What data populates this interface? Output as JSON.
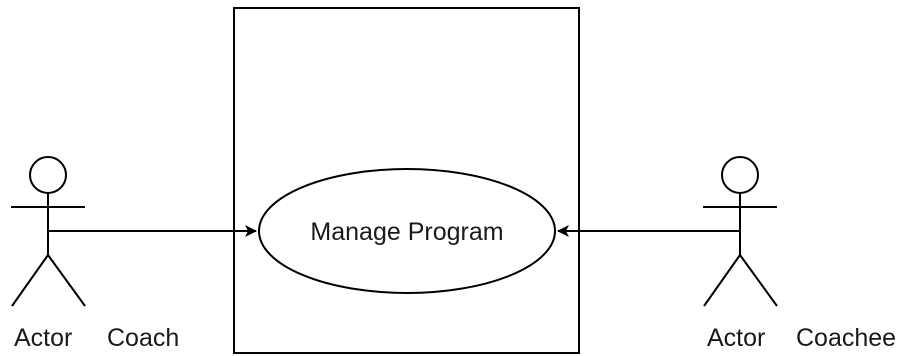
{
  "diagram": {
    "type": "use-case",
    "system_boundary": {
      "label": ""
    },
    "use_cases": [
      {
        "id": "uc1",
        "label": "Manage Program"
      }
    ],
    "actors": [
      {
        "id": "a1",
        "label": "Actor",
        "name": "Coach"
      },
      {
        "id": "a2",
        "label": "Actor",
        "name": "Coachee"
      }
    ],
    "associations": [
      {
        "from": "a1",
        "to": "uc1"
      },
      {
        "from": "a2",
        "to": "uc1"
      }
    ]
  }
}
